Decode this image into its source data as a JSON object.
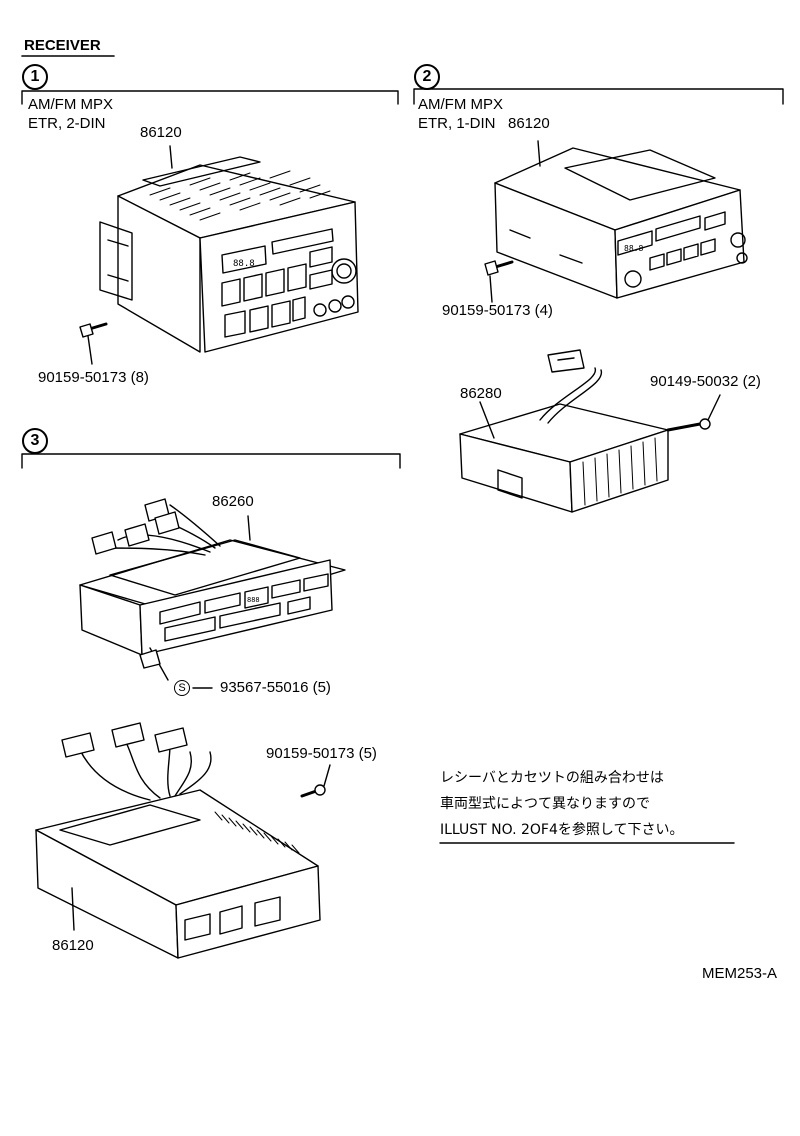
{
  "title": "RECEIVER",
  "sections": [
    {
      "number": "1",
      "desc_line1": "AM/FM MPX",
      "desc_line2": "ETR, 2-DIN",
      "part": "86120",
      "screw": "90159-50173 (8)"
    },
    {
      "number": "2",
      "desc_line1": "AM/FM MPX",
      "desc_line2": "ETR, 1-DIN",
      "part": "86120",
      "screw": "90159-50173 (4)",
      "sub_part": "86280",
      "sub_screw": "90149-50032 (2)"
    },
    {
      "number": "3",
      "part_upper": "86260",
      "s_mark": "S",
      "clip": "93567-55016 (5)",
      "screw": "90159-50173 (5)",
      "part_lower": "86120"
    }
  ],
  "note": {
    "line1": "レシーバとカセツトの組み合わせは",
    "line2": "車両型式によつて異なりますので",
    "line3": "ILLUST NO. 2OF4を参照して下さい。"
  },
  "doc_code": "MEM253-A"
}
